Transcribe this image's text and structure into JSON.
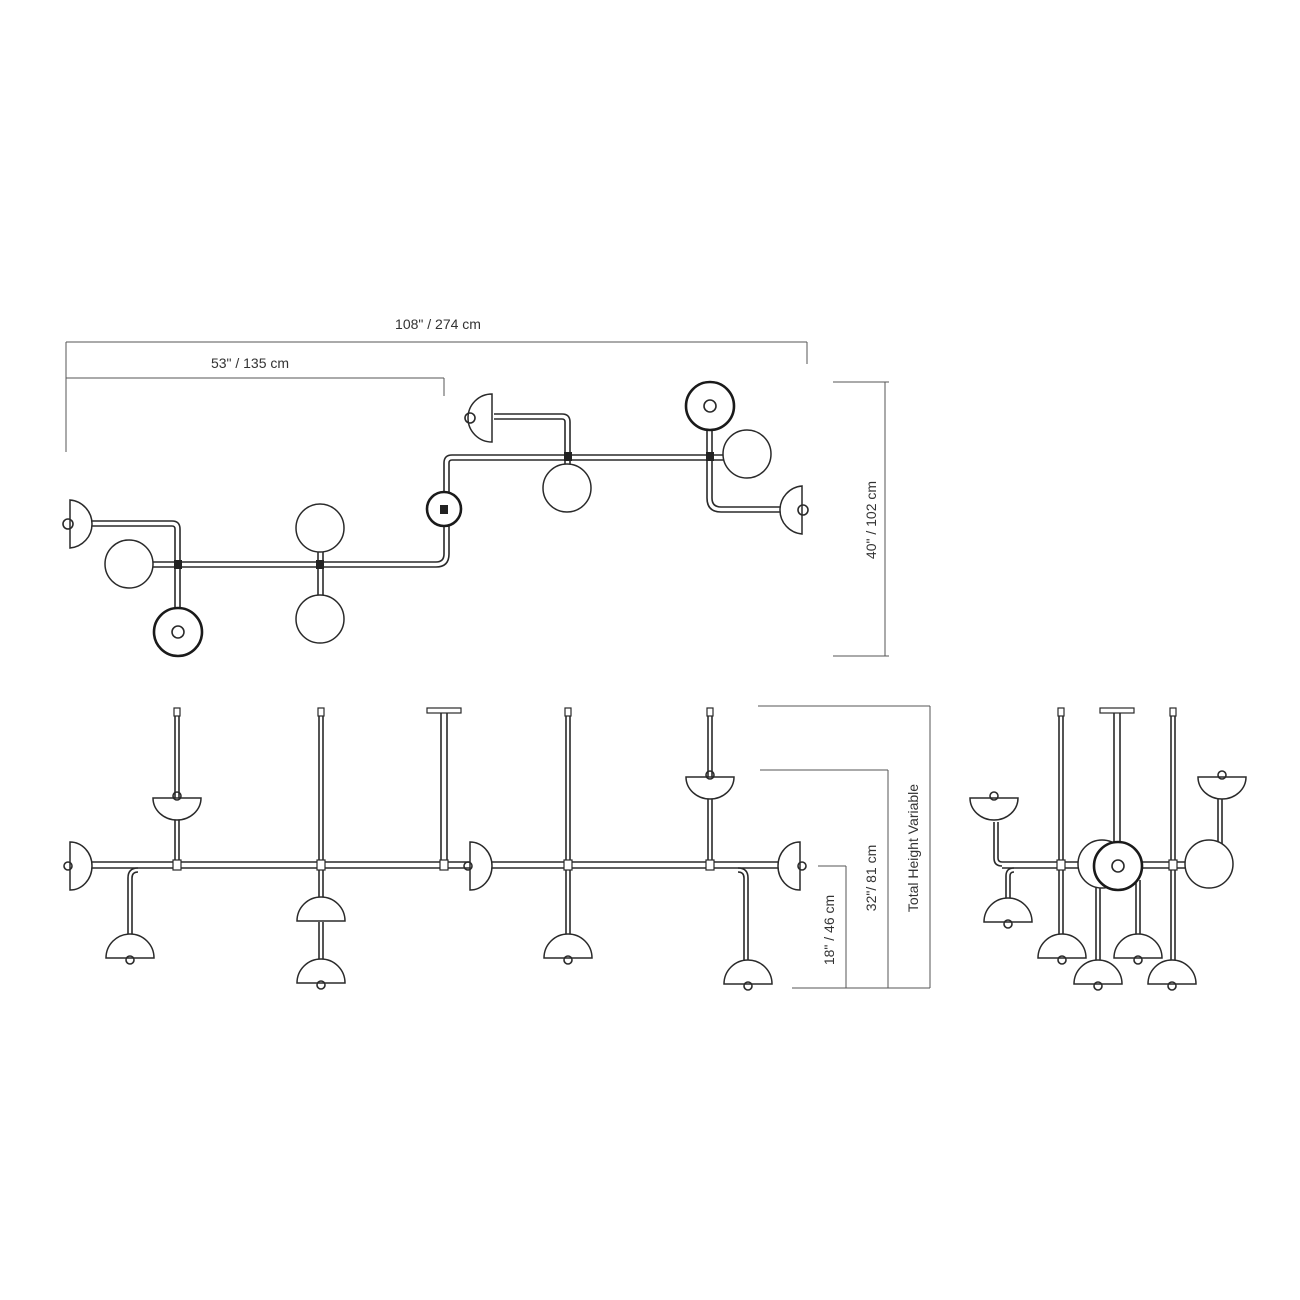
{
  "dimensions": {
    "overall_width": "108\" / 274 cm",
    "half_width": "53\" / 135 cm",
    "depth": "40\" / 102 cm",
    "drop_low": "18\" / 46 cm",
    "drop_mid": "32\"/ 81 cm",
    "total_height": "Total Height Variable"
  },
  "colors": {
    "line": "#2a2a2a",
    "dimension_line": "#555555",
    "background": "#ffffff"
  }
}
